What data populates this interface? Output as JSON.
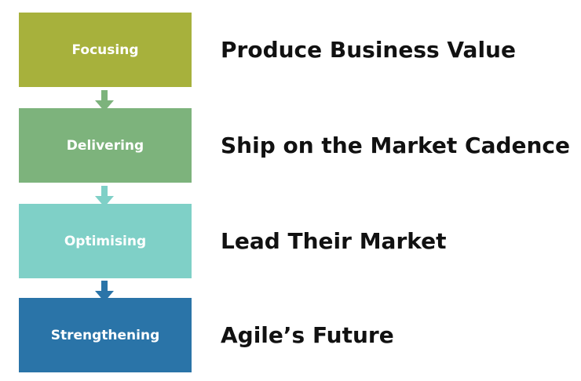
{
  "stages": [
    {
      "label": "Focusing",
      "outcome": "Produce Business Value",
      "color": "#a7b13c"
    },
    {
      "label": "Delivering",
      "outcome": "Ship on the Market Cadence",
      "color": "#7db37c"
    },
    {
      "label": "Optimising",
      "outcome": "Lead Their Market",
      "color": "#7fd0c7"
    },
    {
      "label": "Strengthening",
      "outcome": "Agile’s Future",
      "color": "#2a74a8"
    }
  ],
  "connectors": [
    {
      "color": "#7db37c"
    },
    {
      "color": "#7fd0c7"
    },
    {
      "color": "#2a74a8"
    }
  ]
}
